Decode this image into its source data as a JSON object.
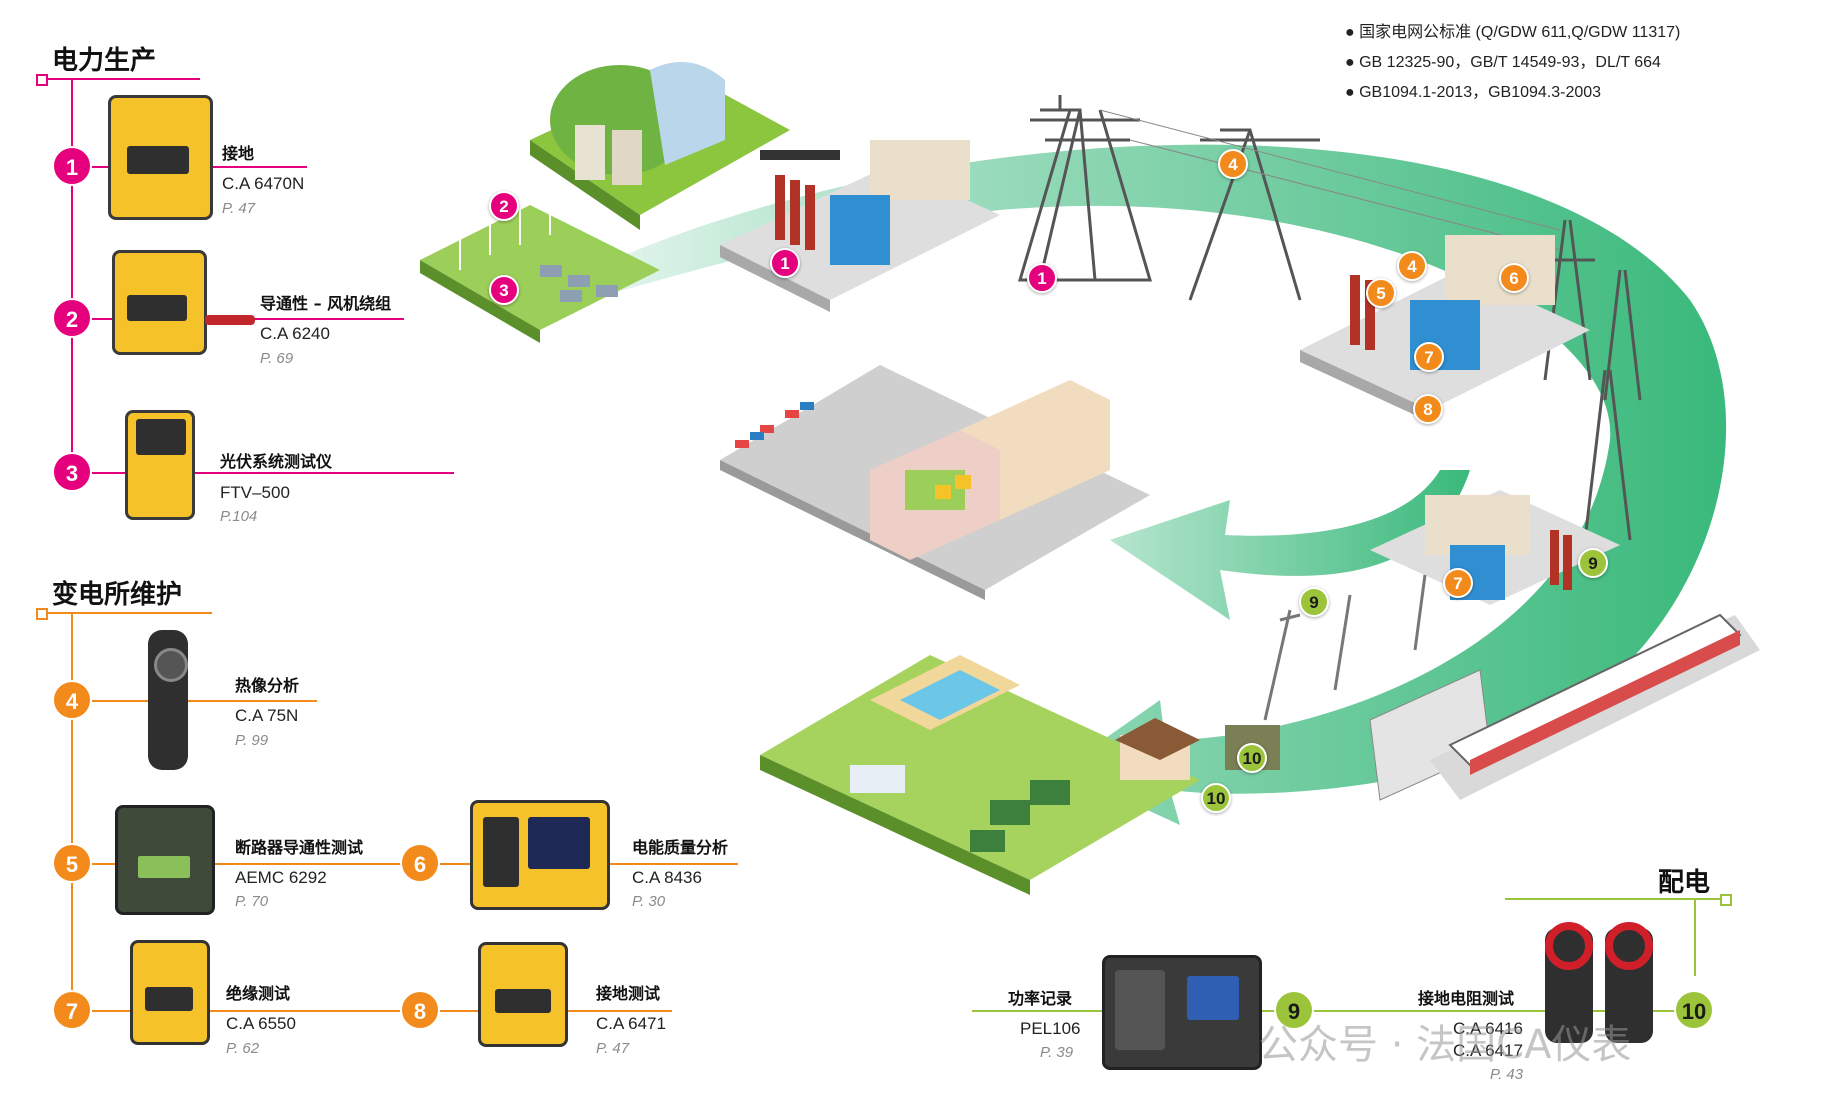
{
  "legend": [
    "国家电网公标准 (Q/GDW 611,Q/GDW 11317)",
    "GB 12325-90，GB/T 14549-93，DL/T 664",
    "GB1094.1-2013，GB1094.3-2003"
  ],
  "sections": {
    "production": {
      "title": "电力生产"
    },
    "substation": {
      "title": "变电所维护"
    },
    "distribution": {
      "title": "配电"
    }
  },
  "products": [
    {
      "num": "1",
      "label": "接地",
      "model": "C.A 6470N",
      "page": "P. 47"
    },
    {
      "num": "2",
      "label": "导通性 – 风机绕组",
      "model": "C.A 6240",
      "page": "P. 69"
    },
    {
      "num": "3",
      "label": "光伏系统测试仪",
      "model": "FTV–500",
      "page": "P.104"
    },
    {
      "num": "4",
      "label": "热像分析",
      "model": "C.A 75N",
      "page": "P. 99"
    },
    {
      "num": "5",
      "label": "断路器导通性测试",
      "model": "AEMC 6292",
      "page": "P. 70"
    },
    {
      "num": "6",
      "label": "电能质量分析",
      "model": "C.A 8436",
      "page": "P. 30"
    },
    {
      "num": "7",
      "label": "绝缘测试",
      "model": "C.A 6550",
      "page": "P. 62"
    },
    {
      "num": "8",
      "label": "接地测试",
      "model": "C.A 6471",
      "page": "P. 47"
    },
    {
      "num": "9",
      "label": "功率记录",
      "model": "PEL106",
      "page": "P. 39"
    },
    {
      "num": "10",
      "label": "接地电阻测试",
      "model": "C.A 6416",
      "model2": "C.A 6417",
      "page": "P. 43"
    }
  ],
  "scene_markers": [
    "1",
    "2",
    "3",
    "1",
    "4",
    "4",
    "5",
    "6",
    "7",
    "8",
    "7",
    "9",
    "9",
    "10",
    "10"
  ],
  "watermark": "公众号 · 法国CA仪表",
  "colors": {
    "pink": "#e5007e",
    "orange": "#f28a1c",
    "green": "#9bc43a",
    "flow": "#2fb574"
  }
}
